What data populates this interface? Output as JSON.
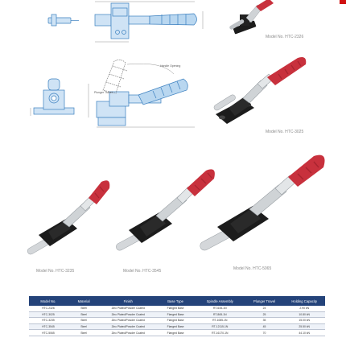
{
  "catalog": {
    "accent_color": "#24437a",
    "handle_color": "#c8313d",
    "base_color": "#1c1c1c",
    "drawing_color": "#4a8fc9",
    "models": [
      {
        "label": "Model No. HTC-2326"
      },
      {
        "label": "Model No. HTC-3025"
      },
      {
        "label": "Model No. HTC-3235"
      },
      {
        "label": "Model No. HTC-3545"
      },
      {
        "label": "Model No. HTC-5065"
      }
    ],
    "drawing_callouts": {
      "handle_opening": "Handle Opening",
      "plunger_travel": "Plunger Travel"
    },
    "table": {
      "headers": [
        "Model No.",
        "Material",
        "Finish",
        "Base Type",
        "Spindle Assembly",
        "Plunger Travel",
        "Holding Capacity"
      ],
      "rows": [
        [
          "HTC-2326",
          "Steel",
          "Zinc Plated/Powder Coated",
          "Flanged Base",
          "RT-645-1N",
          "24",
          "2.90 kN"
        ],
        [
          "HTC-3025",
          "Steel",
          "Zinc Plated/Powder Coated",
          "Flanged Base",
          "RT-865-1N",
          "25",
          "10.80 kN"
        ],
        [
          "HTC-3235",
          "Steel",
          "Zinc Plated/Powder Coated",
          "Flanged Base",
          "RT-1085-1N",
          "35",
          "15.00 kN"
        ],
        [
          "HTC-3545",
          "Steel",
          "Zinc Plated/Powder Coated",
          "Flanged Base",
          "RT-12115-1N",
          "45",
          "25.50 kN"
        ],
        [
          "HTC-5065",
          "Steel",
          "Zinc Plated/Powder Coated",
          "Flanged Base",
          "RT-16170-1N",
          "70",
          "44.10 kN"
        ]
      ]
    }
  }
}
